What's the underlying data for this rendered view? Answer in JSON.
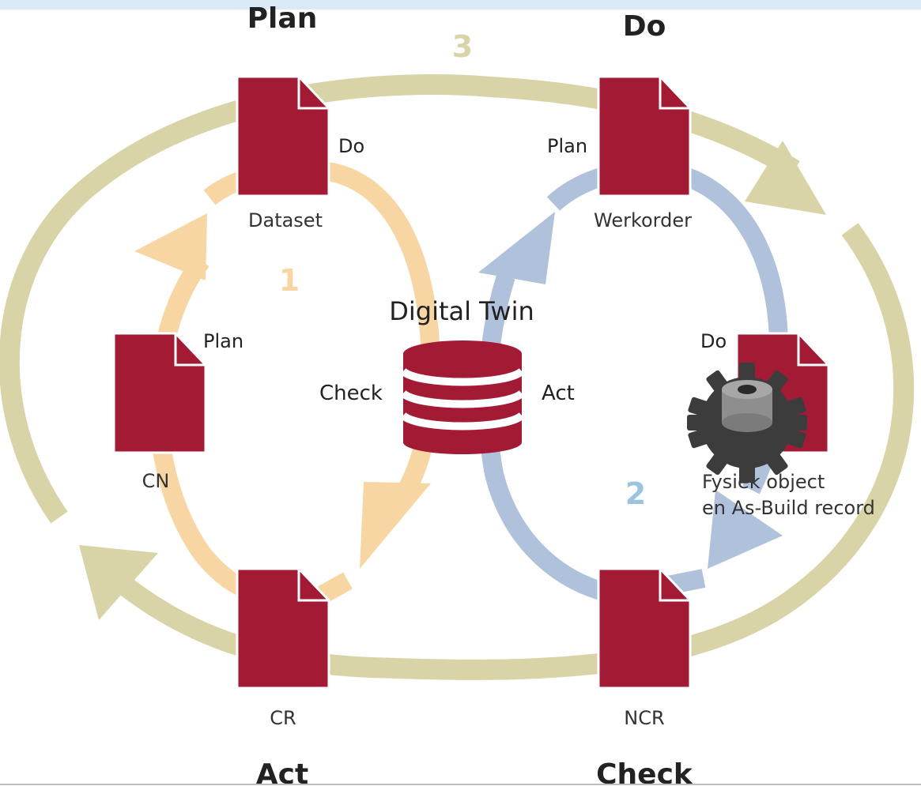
{
  "colors": {
    "doc_red": "#a31a35",
    "outer_loop": "#d9d4a7",
    "loop_1": "#f8d6a4",
    "loop_2": "#b0c2db",
    "label_1": "#f8d6a4",
    "label_2": "#9cc3e0",
    "label_3": "#d9d4a7",
    "text_dark": "#222222",
    "text_mid": "#333333",
    "db_white": "#ffffff",
    "gear_gray": "#8e8e8e",
    "gear_dark": "#3c3c3c"
  },
  "corners": {
    "plan": "Plan",
    "do": "Do",
    "act": "Act",
    "check": "Check"
  },
  "loop_numbers": {
    "one": "1",
    "two": "2",
    "three": "3"
  },
  "center": {
    "title": "Digital Twin",
    "check": "Check",
    "act": "Act"
  },
  "documents": {
    "dataset": {
      "name": "Dataset",
      "tag": "Do"
    },
    "werkorder": {
      "name": "Werkorder",
      "tag": "Plan"
    },
    "cn": {
      "name": "CN",
      "tag": "Plan"
    },
    "fysiek": {
      "line1": "Fysiek object",
      "line2": "en As-Build record",
      "tag": "Do"
    },
    "cr": {
      "name": "CR"
    },
    "ncr": {
      "name": "NCR"
    }
  },
  "icons": {
    "document": "document-icon",
    "database": "database-icon",
    "gear": "gear-icon"
  }
}
